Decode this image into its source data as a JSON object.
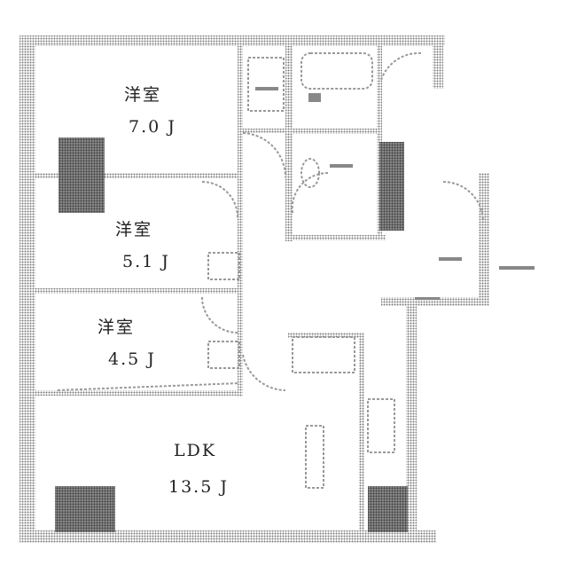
{
  "rooms": [
    {
      "name": "洋室",
      "size": "7.0 J"
    },
    {
      "name": "洋室",
      "size": "5.1 J"
    },
    {
      "name": "洋室",
      "size": "4.5 J"
    },
    {
      "name": "LDK",
      "size": "13.5 J"
    }
  ],
  "colors": {
    "wall": "#8a8a8a",
    "pillar": "#6e6e6e",
    "line": "#a0a0a0"
  }
}
